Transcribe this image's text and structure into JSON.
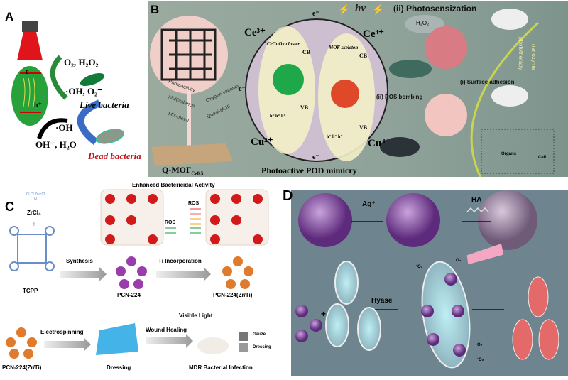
{
  "panelA": {
    "label": "A",
    "o2_h2o2": "O₂, H₂O₂",
    "electron": "e-",
    "hole": "h⁺",
    "oh_o2": "·OH, O₂⁻",
    "live_bacteria": "Live bacteria",
    "oh": "·OH",
    "oh_h2o": "OH⁻, H₂O",
    "dead_bacteria": "Dead bacteria"
  },
  "panelB": {
    "label": "B",
    "properties": [
      "Photoactivity",
      "Multivalence",
      "Mix-metal",
      "Oxygen vacancy",
      "Quasi-MOF"
    ],
    "qmof": "Q-MOF",
    "qmof_sub": "Ce0.5",
    "title_mimicry": "Photoactive POD mimicry",
    "ce3": "Ce³⁺",
    "ce4": "Ce⁴⁺",
    "cu2": "Cu²⁺",
    "cu1": "Cu⁺",
    "e": "e⁻",
    "cluster": "CeCuOx cluster",
    "skeleton": "MOF skeleton",
    "cb": "CB",
    "vb": "VB",
    "hplus": "h⁺  h⁺  h⁺",
    "hv": "hv",
    "photosensization": "(ii) Photosensization",
    "h2o2": "H₂O₂",
    "surface_adhesion": "(i) Surface adhesion",
    "ros_bombing": "(ii) ROS bombing",
    "nanozyme": "nanozyme",
    "phototherapy": "phototherapy",
    "organs": "Organs",
    "cell": "Cell",
    "bg_color": "#8fa29a"
  },
  "panelC": {
    "label": "C",
    "zrcl4": "ZrCl₄",
    "zr_formula": "Cl  Cl Zr⁴⁺Cl  Cl",
    "plus": "+",
    "tcpp": "TCPP",
    "enhanced": "Enhanced Bactericidal Activity",
    "ros": "ROS",
    "synthesis": "Synthesis",
    "pcn224": "PCN-224",
    "ti_incorp": "Ti Incorporation",
    "pcn224zrti": "PCN-224(Zr/Ti)",
    "electrospinning": "Electrospinning",
    "dressing": "Dressing",
    "wound_healing": "Wound Healing",
    "visible_light": "Visible Light",
    "gauze": "Gauze",
    "dressing_small": "Dressing",
    "mdr": "MDR Bacterial Infection"
  },
  "panelD": {
    "label": "D",
    "ag": "Ag⁺",
    "ha": "HA",
    "hyase": "Hyase",
    "plus": "+",
    "o2_top": "O₂",
    "singlet_top": "¹O₂",
    "o2_bottom": "O₂",
    "singlet_bottom": "¹O₂",
    "bg_color": "#6e8590"
  }
}
